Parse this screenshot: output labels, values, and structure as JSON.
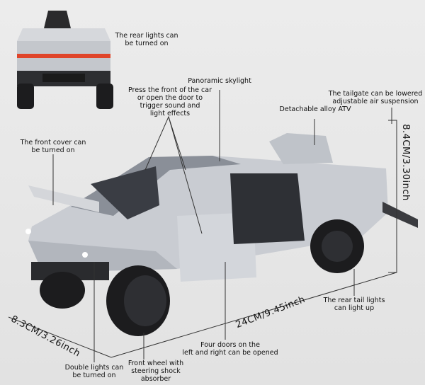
{
  "callouts": {
    "rear_lights": "The rear lights can\nbe turned on",
    "skylight": "Panoramic skylight",
    "sound_light": "Press the front of the car\nor open the door to\ntrigger sound and\nlight effects",
    "tailgate": "The tailgate can be lowered\nadjustable air suspension",
    "atv": "Detachable alloy ATV",
    "front_cover": "The front cover can\nbe turned on",
    "rear_tail_lights": "The rear tail lights\ncan light up",
    "four_doors": "Four doors on the\nleft and right can be opened",
    "double_lights": "Double lights can\nbe turned on",
    "front_wheel": "Front wheel with\nsteering shock\nabsorber"
  },
  "dimensions": {
    "height": "8.4CM/3.30inch",
    "length": "24CM/9.45inch",
    "width": "8.3CM/3.26inch"
  },
  "colors": {
    "body": "#c9ccd2",
    "tire": "#1c1c1e",
    "tail_light": "#e0452a",
    "background": "#e8e8e8"
  }
}
